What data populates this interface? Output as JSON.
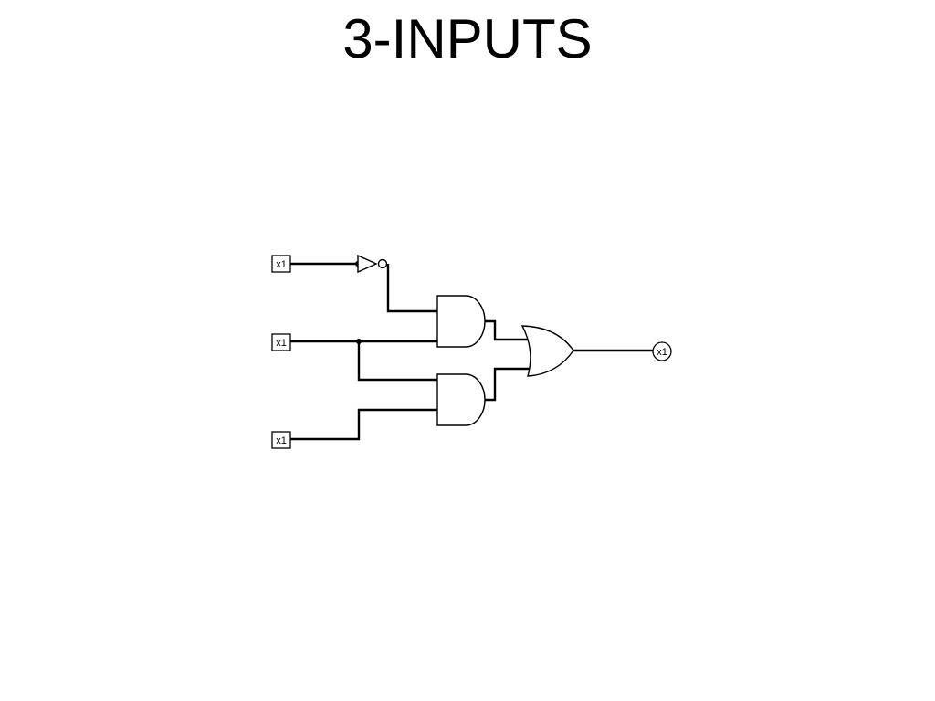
{
  "slide": {
    "title": "3-INPUTS"
  },
  "diagram": {
    "inputs": [
      {
        "label": "x1"
      },
      {
        "label": "x1"
      },
      {
        "label": "x1"
      }
    ],
    "output": {
      "label": "x1"
    },
    "gates": [
      {
        "type": "NOT"
      },
      {
        "type": "AND"
      },
      {
        "type": "AND"
      },
      {
        "type": "OR"
      }
    ]
  }
}
